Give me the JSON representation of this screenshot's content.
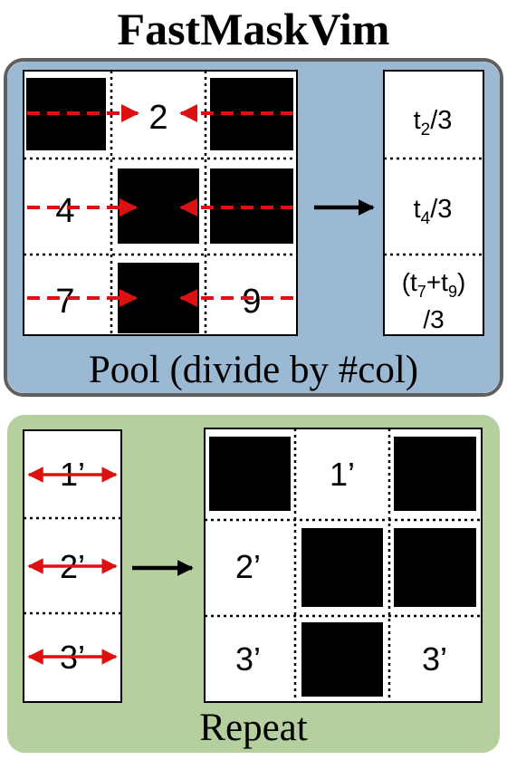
{
  "title": "FastMaskVim",
  "colors": {
    "pool_panel": "#9cb9d4",
    "repeat_panel": "#b5cf9f",
    "arrow_red": "#dd1111",
    "mask_black": "#000000"
  },
  "pool": {
    "caption": "Pool (divide by #col)",
    "grid_labels": {
      "r0c1": "2",
      "r1c0": "4",
      "r2c0": "7",
      "r2c2": "9"
    },
    "output": {
      "row1": {
        "base": "t",
        "sub": "2",
        "rest": "/3"
      },
      "row2": {
        "base": "t",
        "sub": "4",
        "rest": "/3"
      },
      "row3": {
        "open": "(t",
        "sub1": "7",
        "mid": "+t",
        "sub2": "9",
        "close": ")",
        "line2": "/3"
      }
    }
  },
  "repeat": {
    "caption": "Repeat",
    "input_labels": [
      "1’",
      "2’",
      "3’"
    ],
    "grid_labels": {
      "r0c1": "1’",
      "r1c0": "2’",
      "r2c0": "3’",
      "r2c2": "3’"
    }
  }
}
